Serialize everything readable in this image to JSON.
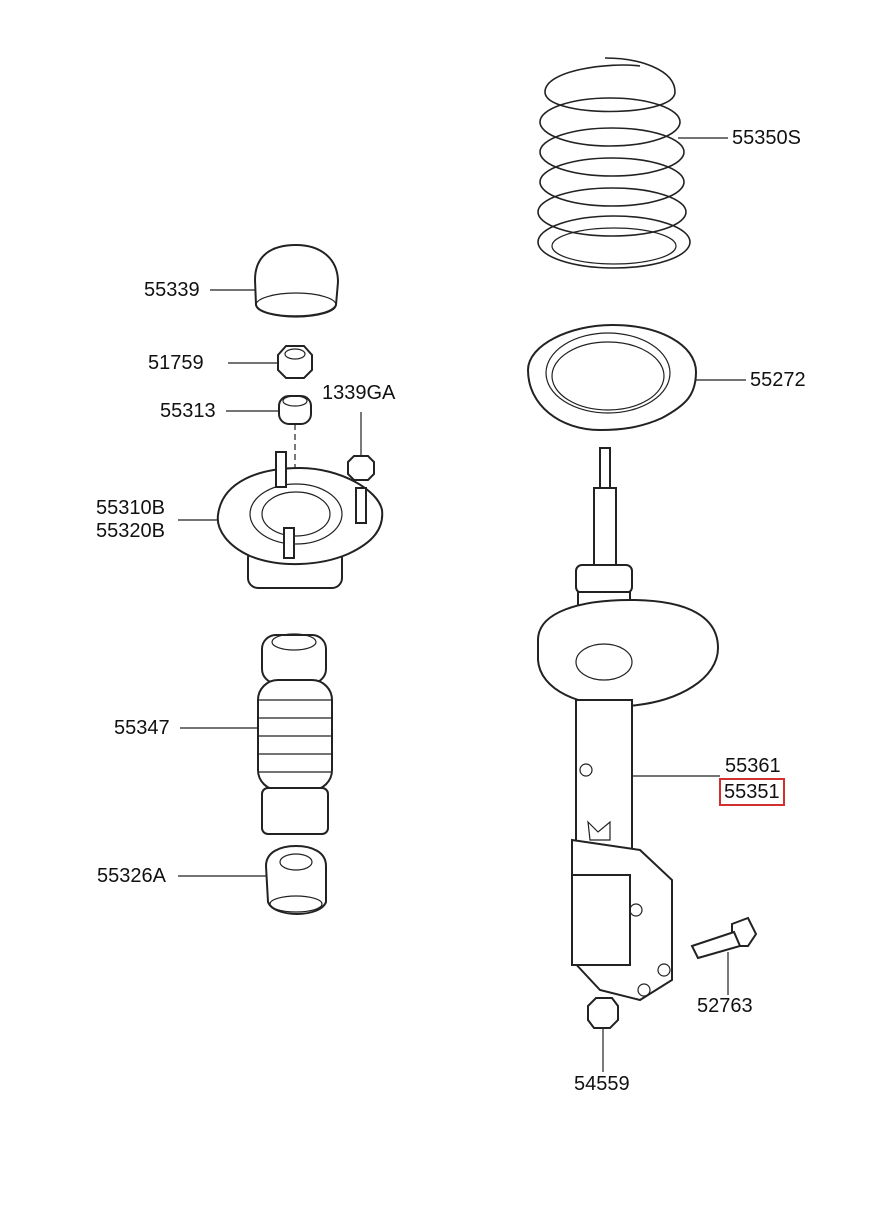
{
  "labels": {
    "spring": "55350S",
    "spring_pad": "55272",
    "dust_cap": "55339",
    "top_nut": "51759",
    "spacer": "55313",
    "mount_nut": "1339GA",
    "mount_a": "55310B",
    "mount_b": "55320B",
    "boot": "55347",
    "bumper": "55326A",
    "strut_a": "55361",
    "strut_b": "55351",
    "bolt": "52763",
    "nut": "54559"
  },
  "highlight_color": "#d32f2f"
}
